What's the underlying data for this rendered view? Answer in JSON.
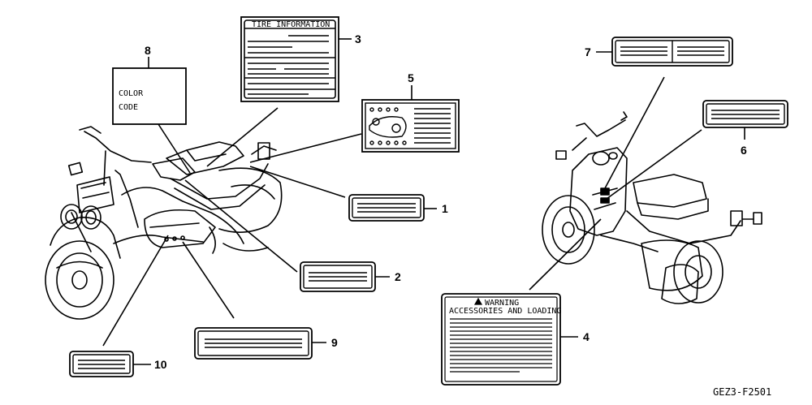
{
  "labels": {
    "color_code": {
      "number": "8",
      "line1": "COLOR",
      "line2": "CODE"
    },
    "tire_info": {
      "number": "3",
      "title": "TIRE INFORMATION"
    },
    "emission": {
      "number": "5"
    },
    "label_1": {
      "number": "1"
    },
    "label_2": {
      "number": "2"
    },
    "label_9": {
      "number": "9"
    },
    "label_10": {
      "number": "10"
    },
    "label_7": {
      "number": "7"
    },
    "label_6": {
      "number": "6"
    },
    "warning": {
      "number": "4",
      "line1": "WARNING",
      "line2": "ACCESSORIES AND LOADING"
    }
  },
  "diagram_code": "GEZ3-F2501"
}
